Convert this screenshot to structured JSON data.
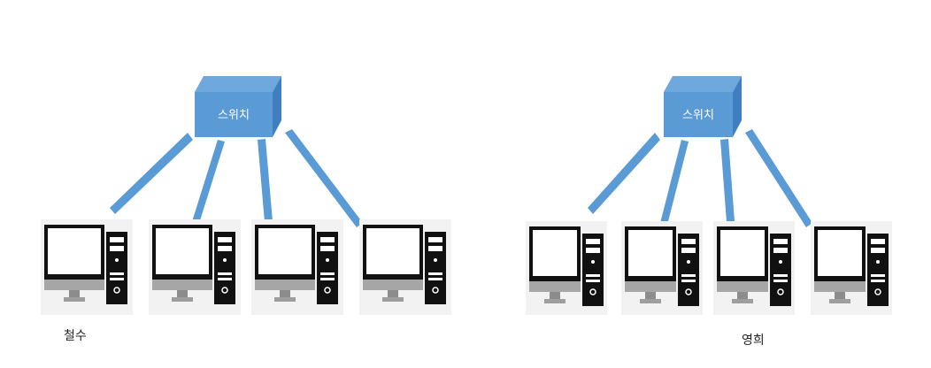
{
  "networks": [
    {
      "switch": {
        "label": "스위치"
      },
      "computers": [
        {
          "id": "pc-1"
        },
        {
          "id": "pc-2"
        },
        {
          "id": "pc-3"
        },
        {
          "id": "pc-4"
        }
      ],
      "person_label": "철수"
    },
    {
      "switch": {
        "label": "스위치"
      },
      "computers": [
        {
          "id": "pc-1"
        },
        {
          "id": "pc-2"
        },
        {
          "id": "pc-3"
        },
        {
          "id": "pc-4"
        }
      ],
      "person_label": "영희"
    }
  ],
  "colors": {
    "switch_front": "#5b9bd5",
    "switch_top": "#6fa8dc",
    "switch_side": "#3f7fbf",
    "cable": "#5b9bd5",
    "tower": "#111111",
    "monitor_frame": "#111111",
    "monitor_stand": "#9e9e9e"
  }
}
